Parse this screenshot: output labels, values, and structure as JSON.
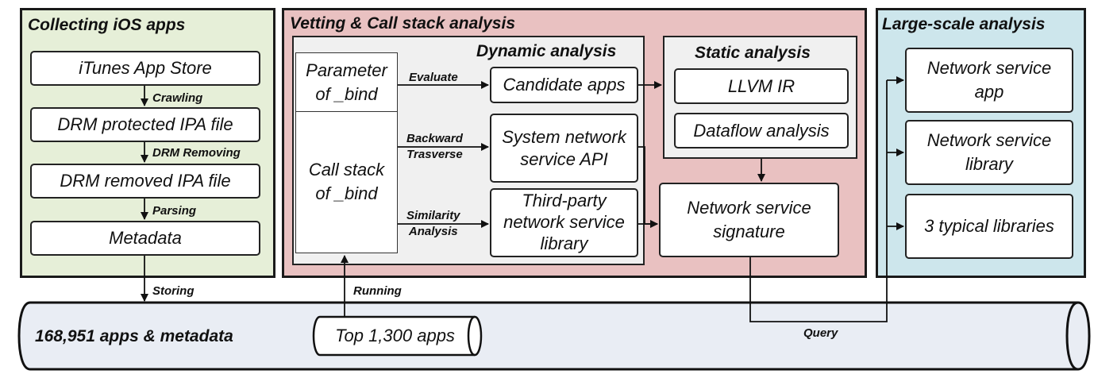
{
  "panels": {
    "collect": {
      "title": "Collecting iOS apps",
      "boxes": [
        "iTunes App Store",
        "DRM protected IPA file",
        "DRM removed IPA file",
        "Metadata"
      ],
      "steps": [
        "Crawling",
        "DRM Removing",
        "Parsing"
      ]
    },
    "vetting": {
      "title": "Vetting & Call stack analysis",
      "bind_top": "Parameter\nof _bind",
      "bind_bottom": "Call stack\nof _bind",
      "dynamic_title": "Dynamic analysis",
      "candidate": "Candidate apps",
      "evaluate": "Evaluate",
      "backward": "Backward\nTrasverse",
      "similarity": "Similarity\nAnalysis",
      "system_api": "System network\nservice API",
      "third_party": "Third-party\nnetwork service\nlibrary",
      "static_title": "Static analysis",
      "llvm": "LLVM IR",
      "dataflow": "Dataflow analysis",
      "signature": "Network service\nsignature"
    },
    "large": {
      "title": "Large-scale analysis",
      "boxes": [
        "Network service\napp",
        "Network service\nlibrary",
        "3 typical libraries"
      ]
    }
  },
  "storing": "Storing",
  "running": "Running",
  "query": "Query",
  "database": {
    "label": "168,951 apps & metadata",
    "top_apps": "Top 1,300 apps"
  },
  "colors": {
    "collect_bg": "#e6efd8",
    "vetting_bg": "#e9c1c1",
    "large_bg": "#cde6ec",
    "inner_bg": "#f0f0f0",
    "cylinder_bg": "#e9edf4"
  }
}
